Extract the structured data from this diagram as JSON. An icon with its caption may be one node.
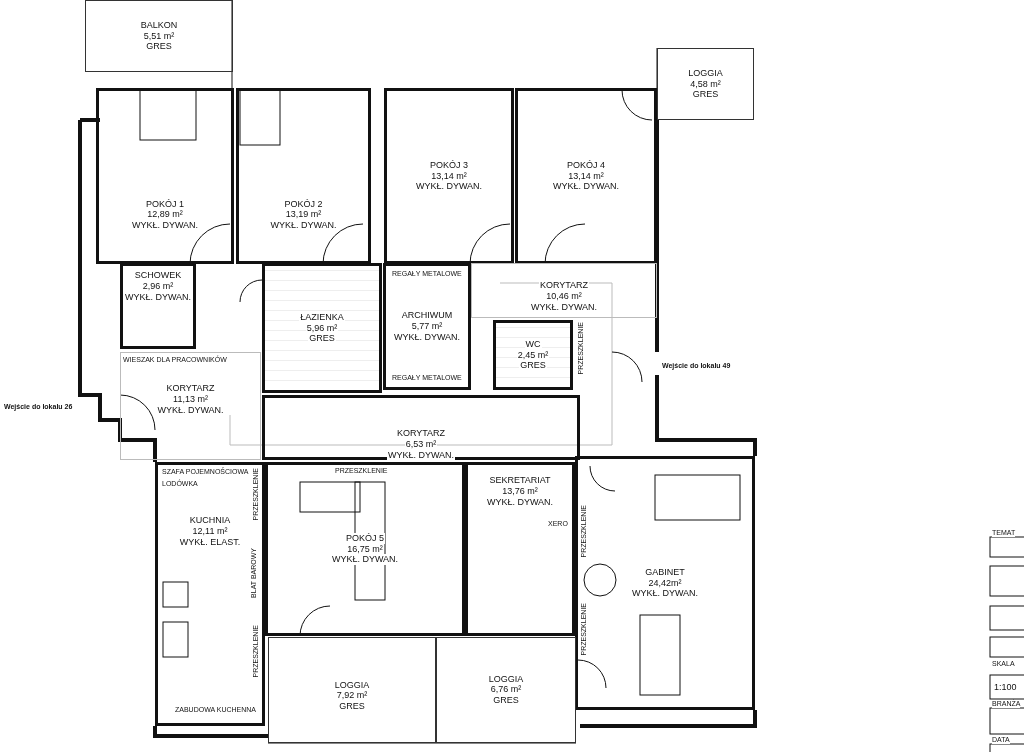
{
  "diagram": {
    "nodes": [
      {
        "text": [
          "BALKON",
          "5,51 m²",
          "GRES"
        ]
      },
      {
        "text": [
          "LOGGIA",
          "4,58 m²",
          "GRES"
        ]
      },
      {
        "text": [
          "POKÓJ 1",
          "12,89 m²",
          "WYKŁ. DYWAN."
        ]
      },
      {
        "text": [
          "POKÓJ 2",
          "13,19 m²",
          "WYKŁ. DYWAN."
        ]
      },
      {
        "text": [
          "POKÓJ 3",
          "13,14 m²",
          "WYKŁ. DYWAN."
        ]
      },
      {
        "text": [
          "POKÓJ 4",
          "13,14 m²",
          "WYKŁ. DYWAN."
        ]
      },
      {
        "text": [
          "SCHOWEK",
          "2,96 m²",
          "WYKŁ. DYWAN."
        ]
      },
      {
        "text": [
          "ŁAZIENKA",
          "5,96 m²",
          "GRES"
        ]
      },
      {
        "text": [
          "ARCHIWUM",
          "5,77 m²",
          "WYKŁ. DYWAN."
        ]
      },
      {
        "text": [
          "KORYTARZ",
          "10,46 m²",
          "WYKŁ. DYWAN."
        ]
      },
      {
        "text": [
          "WC",
          "2,45 m²",
          "GRES"
        ]
      },
      {
        "text": [
          "KORYTARZ",
          "11,13 m²",
          "WYKŁ. DYWAN."
        ]
      },
      {
        "text": [
          "KORYTARZ",
          "6,53 m²",
          "WYKŁ. DYWAN."
        ]
      },
      {
        "text": [
          "KUCHNIA",
          "12,11 m²",
          "WYKŁ. ELAST."
        ]
      },
      {
        "text": [
          "POKÓJ 5",
          "16,75 m²",
          "WYKŁ. DYWAN."
        ]
      },
      {
        "text": [
          "SEKRETARIAT",
          "13,76 m²",
          "WYKŁ. DYWAN."
        ]
      },
      {
        "text": [
          "GABINET",
          "24,42m²",
          "WYKŁ. DYWAN."
        ]
      },
      {
        "text": [
          "LOGGIA",
          "7,92 m²",
          "GRES"
        ]
      },
      {
        "text": [
          "LOGGIA",
          "6,76 m²",
          "GRES"
        ]
      }
    ],
    "labels": [
      "REGAŁY METALOWE",
      "WIESZAK DLA PRACOWNIKÓW",
      "Wejście do lokalu 26",
      "REGAŁY METALOWE",
      "Wejście do lokalu 49",
      "PRZESZKLENIE",
      "PRZESZKLENIE",
      "XERO",
      "SZAFA POJEMNOŚCIOWA",
      "LODÓWKA",
      "PRZESZKLENIE",
      "BLAT BAROWY",
      "PRZESZKLENIE",
      "PRZESZKLENIE",
      "PRZESZKLENIE",
      "ZABUDOWA KUCHENNA",
      "TEMAT",
      "SKALA",
      "1:100",
      "BRANŻA",
      "DATA"
    ]
  }
}
